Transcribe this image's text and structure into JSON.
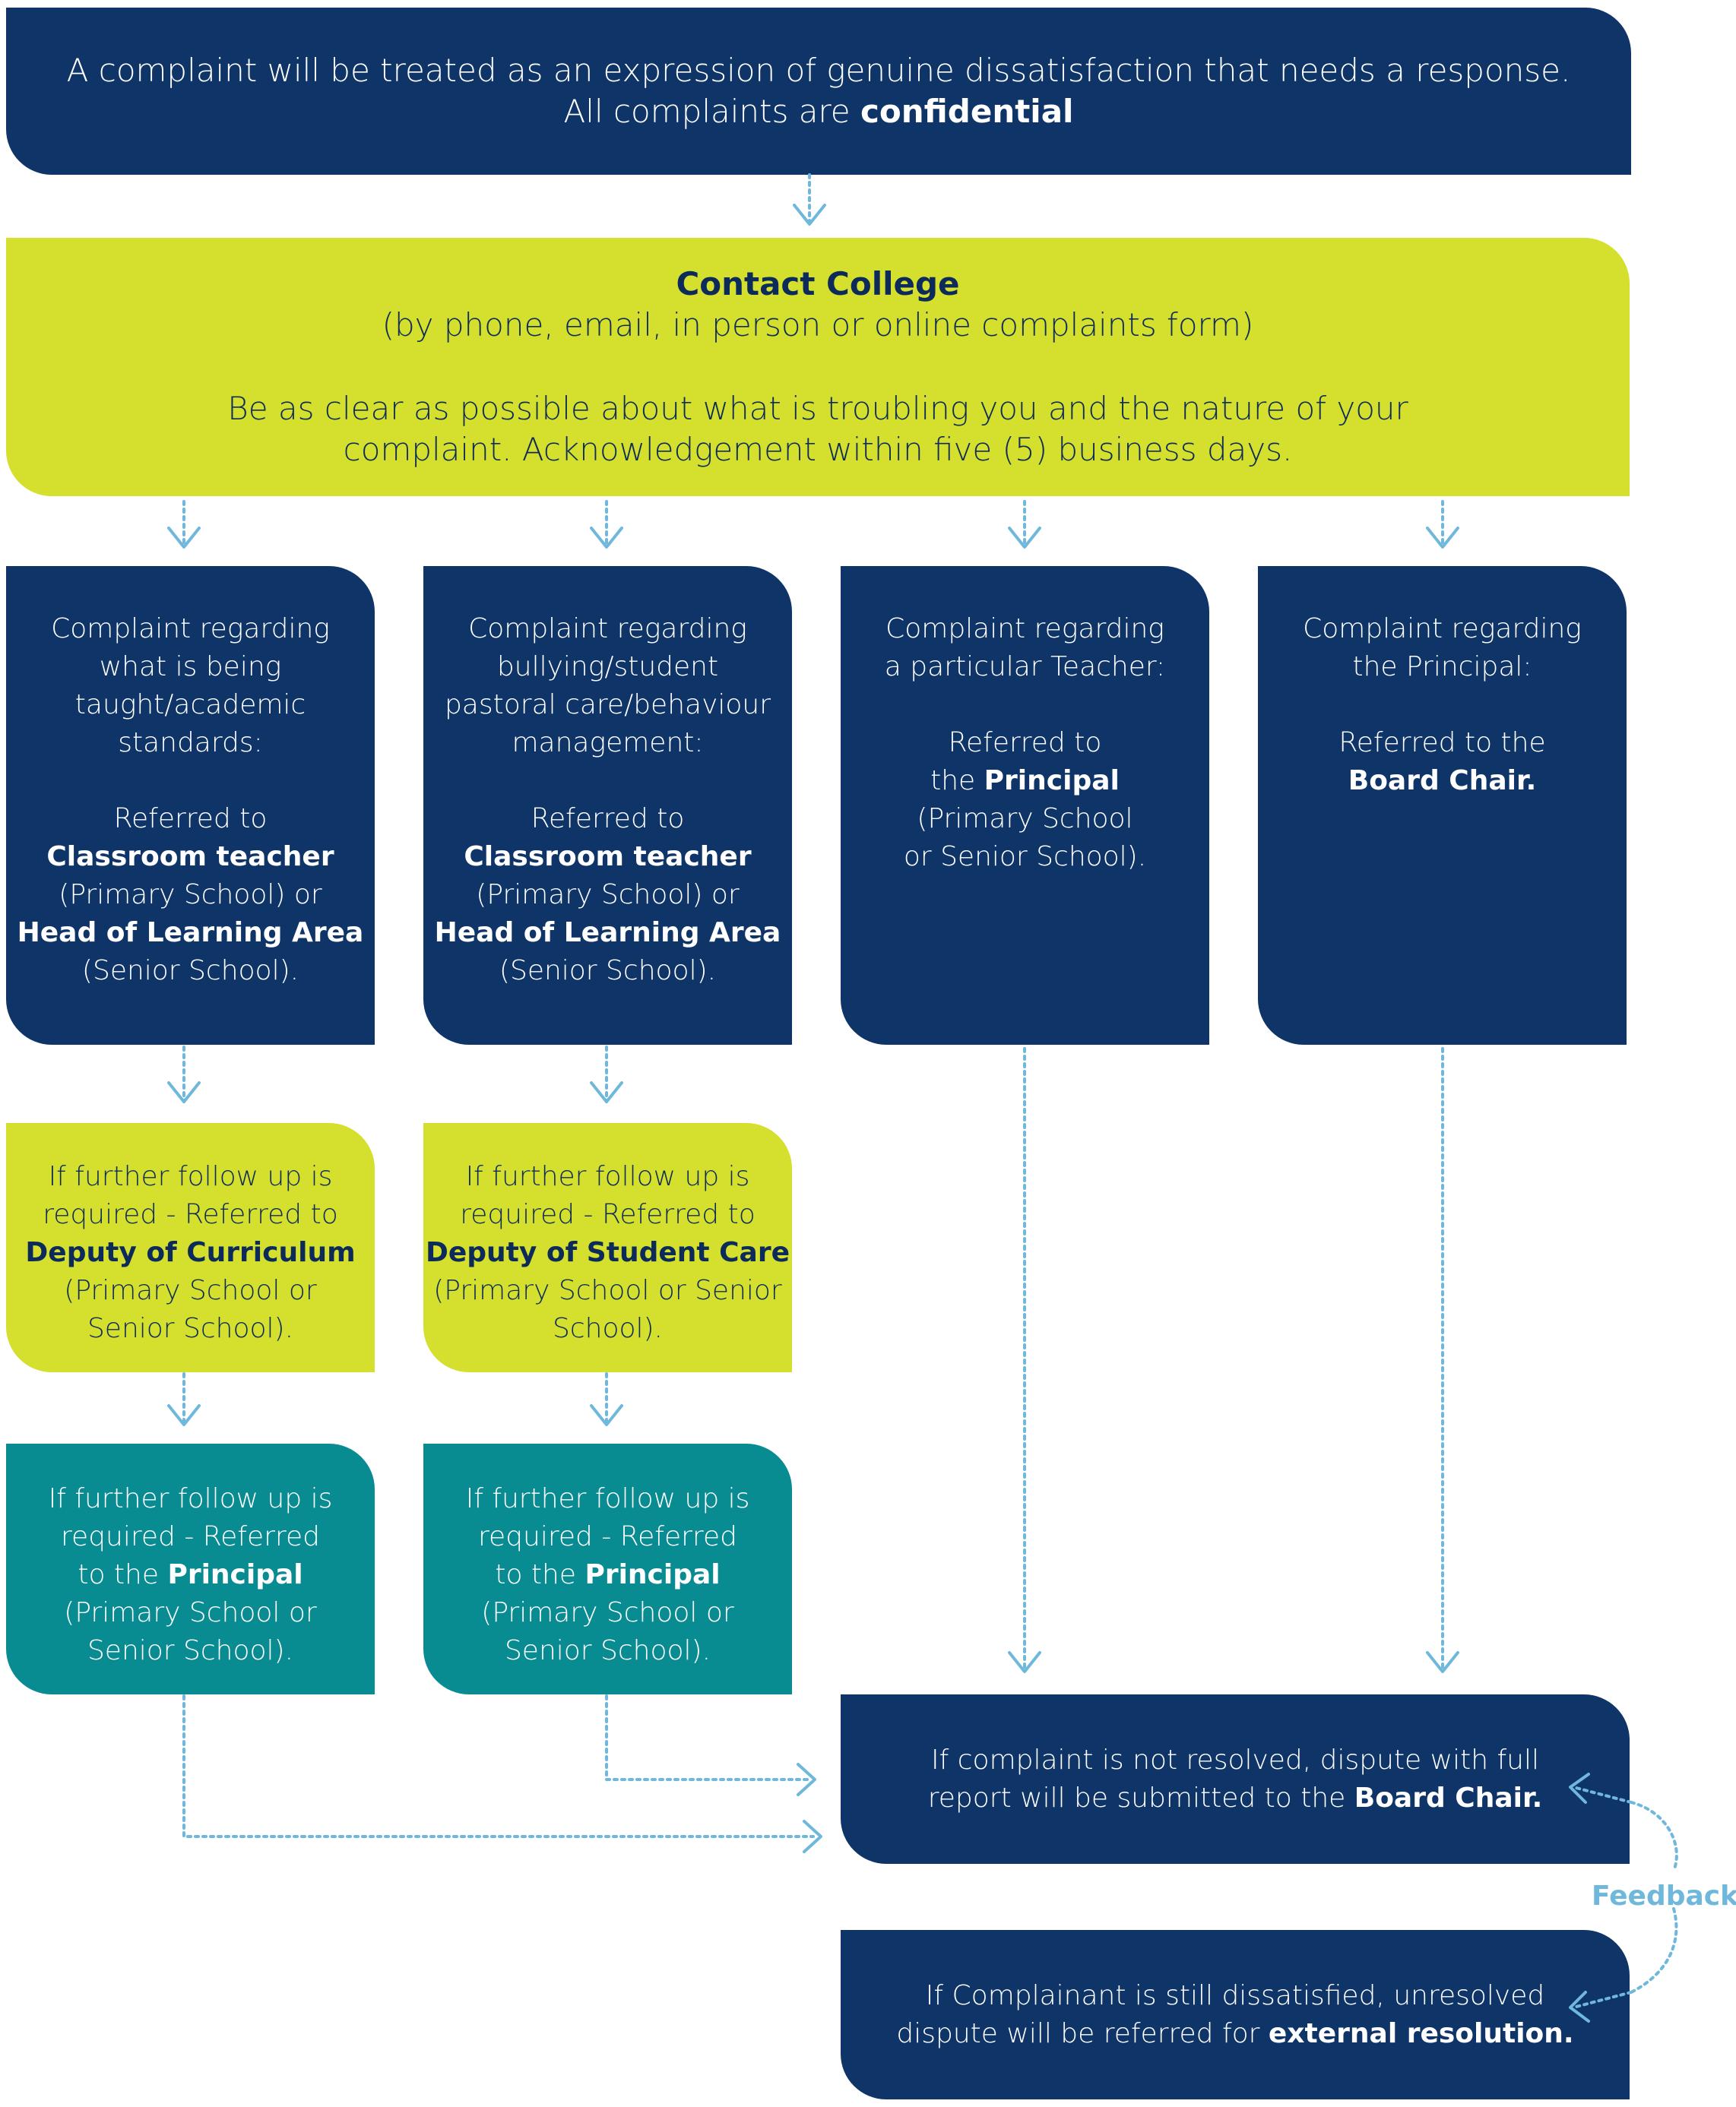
{
  "top": {
    "line1": "A complaint will be treated as an expression of genuine dissatisfaction that needs a response.",
    "line2_pre": "All complaints are ",
    "line2_bold": "confidential"
  },
  "contact": {
    "title": "Contact College",
    "subtitle": "(by phone, email, in person or online complaints form)",
    "body1": "Be as clear as possible about what is troubling you and the nature of your",
    "body2": "complaint. Acknowledgement within five (5) business days."
  },
  "col1": {
    "desc": "Complaint regarding\nwhat is being\ntaught/academic\nstandards:",
    "referred": "Referred to",
    "bold1": "Classroom teacher",
    "mid": "(Primary School) or",
    "bold2": "Head of Learning Area",
    "end": "(Senior School).",
    "followup_pre": "If further follow up is\nrequired - Referred to",
    "followup_bold": "Deputy of Curriculum",
    "followup_end": "(Primary School or\nSenior School).",
    "principal_pre": "If further follow up is\nrequired - Referred\nto the ",
    "principal_bold": "Principal",
    "principal_end": "(Primary School or\nSenior School)."
  },
  "col2": {
    "desc": "Complaint regarding\nbullying/student\npastoral care/behaviour\nmanagement:",
    "referred": "Referred to",
    "bold1": "Classroom teacher",
    "mid": "(Primary School) or",
    "bold2": "Head of Learning Area",
    "end": "(Senior School).",
    "followup_pre": "If further follow up is\nrequired - Referred to",
    "followup_bold": "Deputy of Student Care",
    "followup_end": "(Primary School or Senior\nSchool).",
    "principal_pre": "If further follow up is\nrequired - Referred\nto the ",
    "principal_bold": "Principal",
    "principal_end": "(Primary School or\nSenior School)."
  },
  "col3": {
    "desc": "Complaint regarding\na particular Teacher:",
    "referred_pre": "Referred to\nthe ",
    "referred_bold": "Principal",
    "end": "(Primary School\nor Senior School)."
  },
  "col4": {
    "desc": "Complaint regarding\nthe Principal:",
    "referred": "Referred to the",
    "referred_bold": "Board Chair."
  },
  "dispute": {
    "line1": "If complaint is not resolved, dispute with full",
    "line2_pre": "report will be submitted to the ",
    "line2_bold": "Board Chair."
  },
  "external": {
    "line1": "If Complainant is still dissatisfied, unresolved",
    "line2_pre": "dispute will be referred for ",
    "line2_bold": "external resolution."
  },
  "feedback_label": "Feedback",
  "colors": {
    "navy": "#0f3468",
    "lime": "#d4df2e",
    "teal": "#098b92",
    "arrow": "#6fb8dc"
  }
}
